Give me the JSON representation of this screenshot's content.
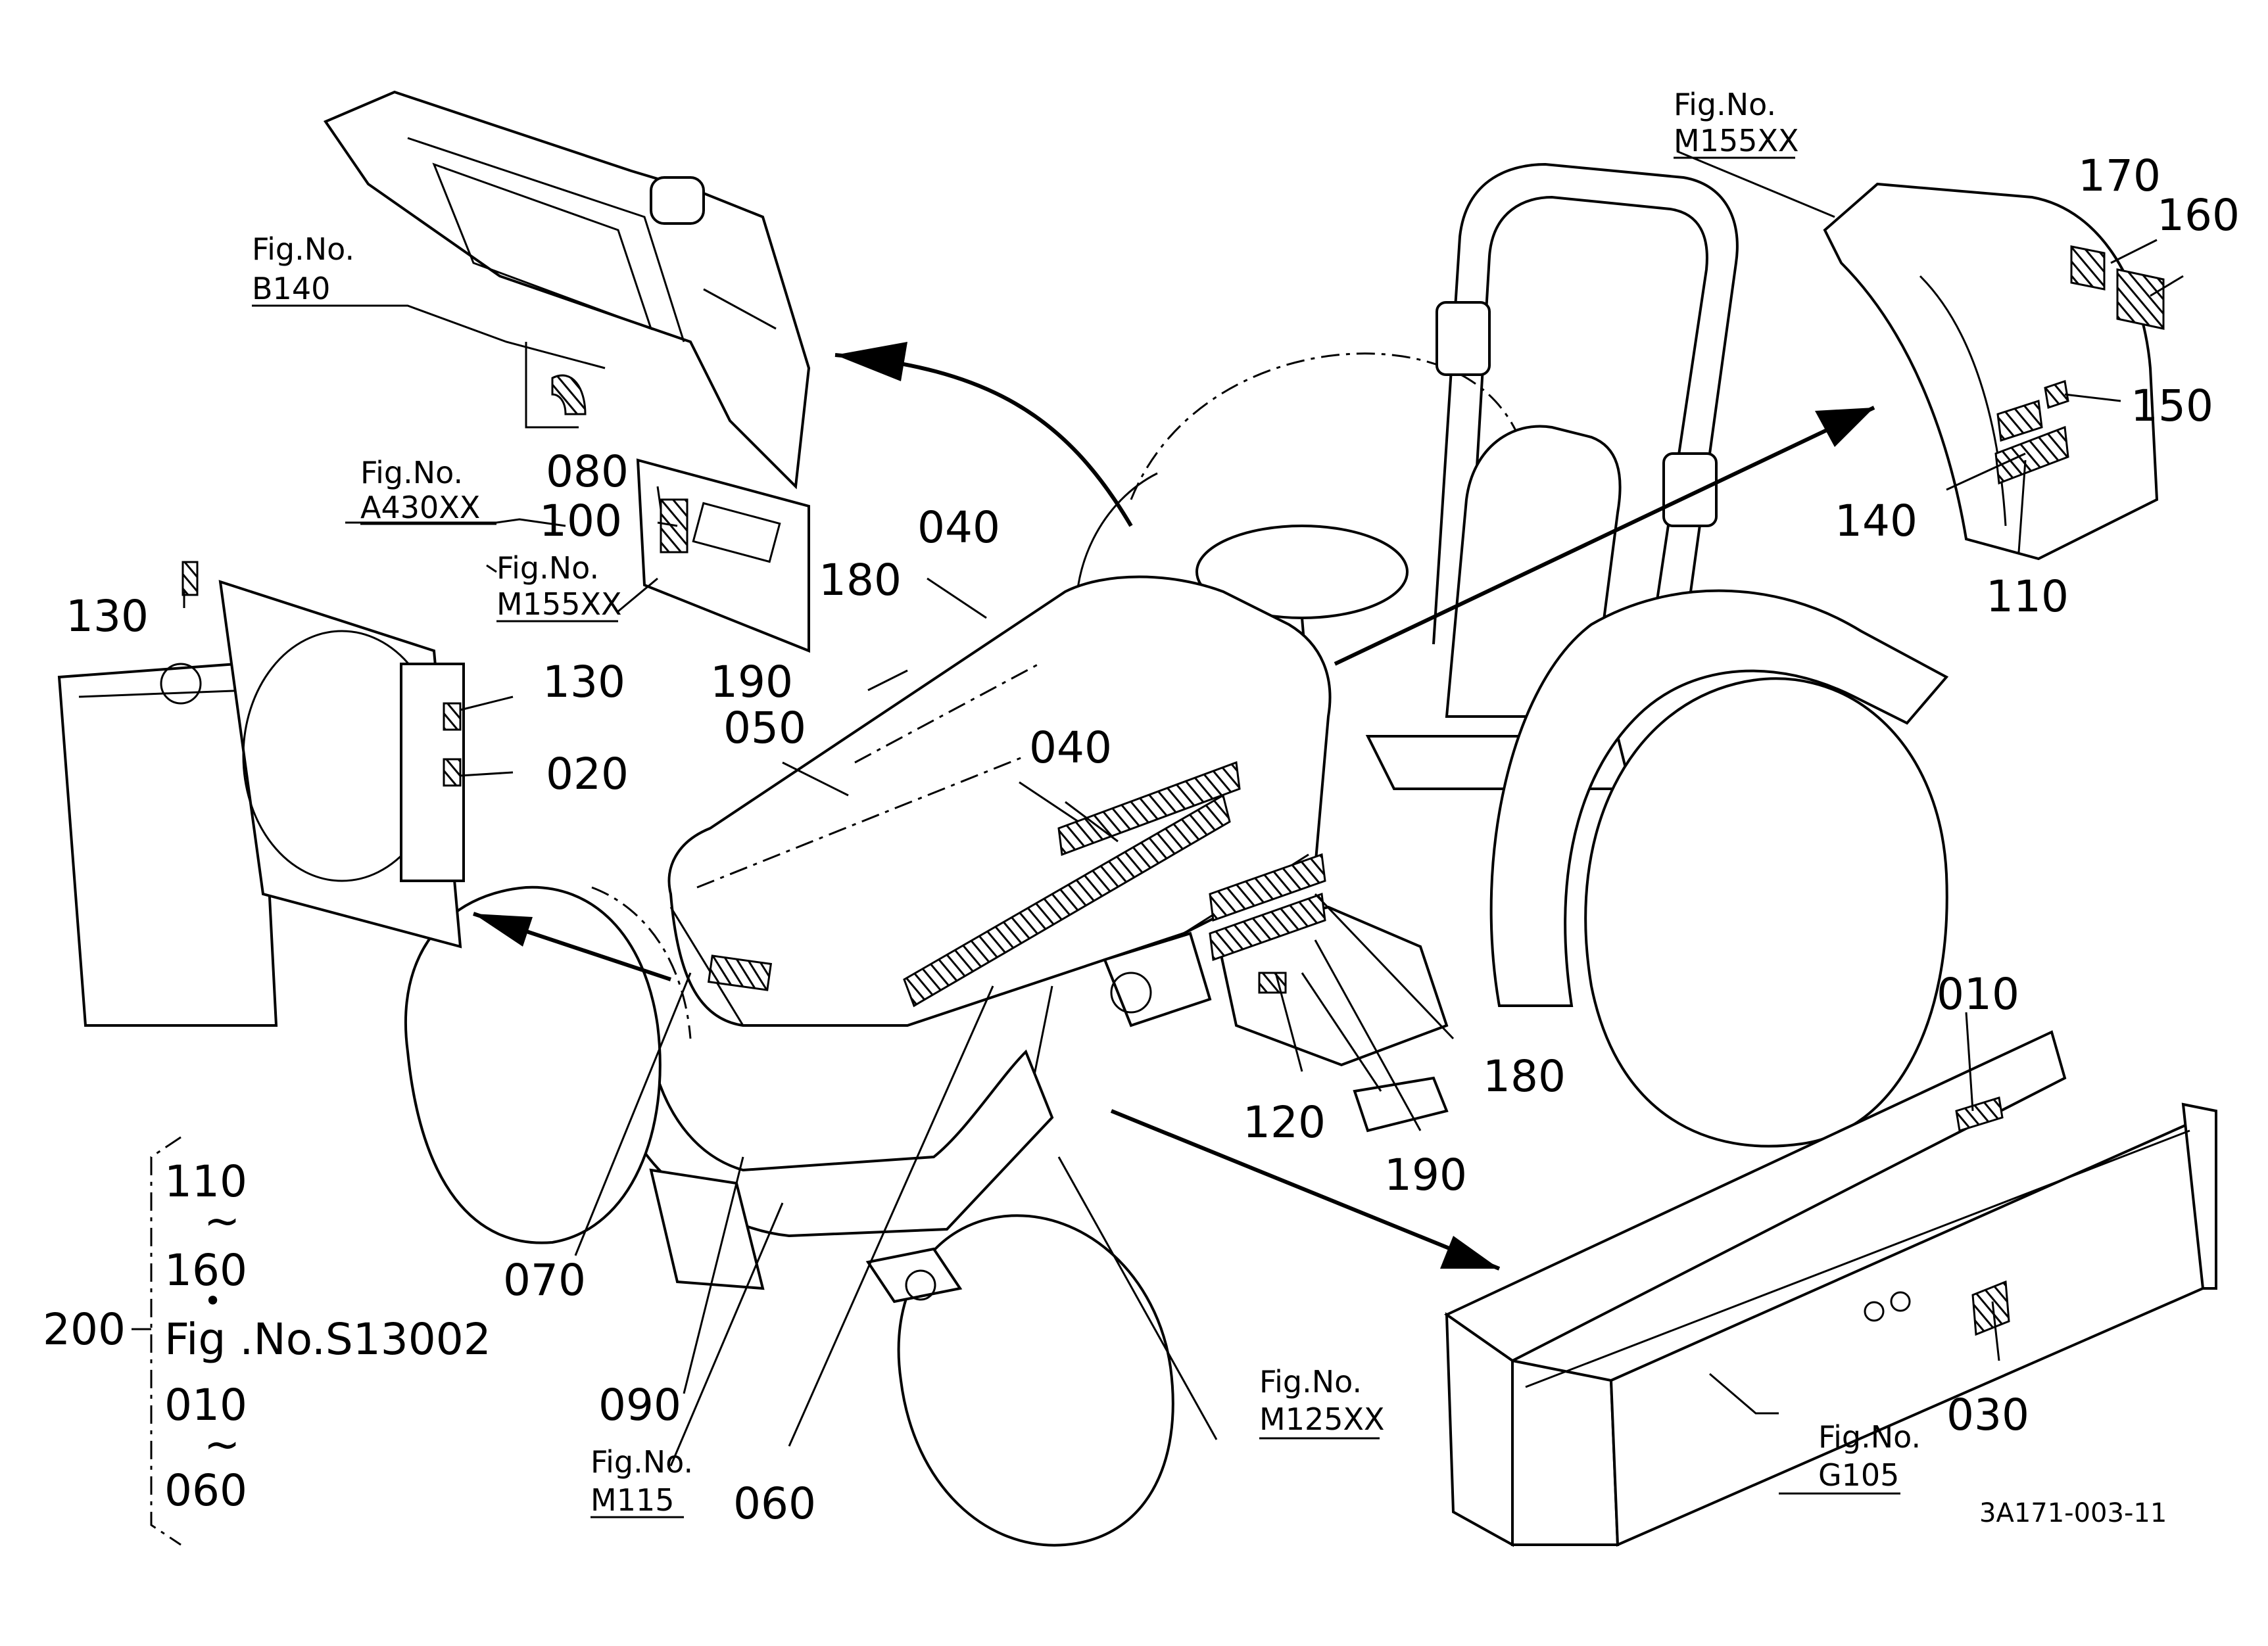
{
  "drawing_id": "3A171-003-11",
  "callouts": {
    "c010": "010",
    "c020": "020",
    "c030": "030",
    "c040a": "040",
    "c040b": "040",
    "c050": "050",
    "c060": "060",
    "c070": "070",
    "c080": "080",
    "c090": "090",
    "c100": "100",
    "c110": "110",
    "c120": "120",
    "c130a": "130",
    "c130b": "130",
    "c140": "140",
    "c150": "150",
    "c160": "160",
    "c170": "170",
    "c180a": "180",
    "c180b": "180",
    "c190a": "190",
    "c190b": "190"
  },
  "figure_refs": {
    "label": "Fig.No.",
    "b140": "B140",
    "a430": "A430XX",
    "m155_left": "M155XX",
    "m155_right": "M155XX",
    "m115": "M115",
    "m125": "M125XX",
    "g105": "G105"
  },
  "legend": {
    "line1": "110",
    "tilde1": "~",
    "line2": "160",
    "dot": "•",
    "line3": "Fig .No.S13002",
    "line4": "010",
    "tilde2": "~",
    "line5": "060",
    "group": "200"
  }
}
